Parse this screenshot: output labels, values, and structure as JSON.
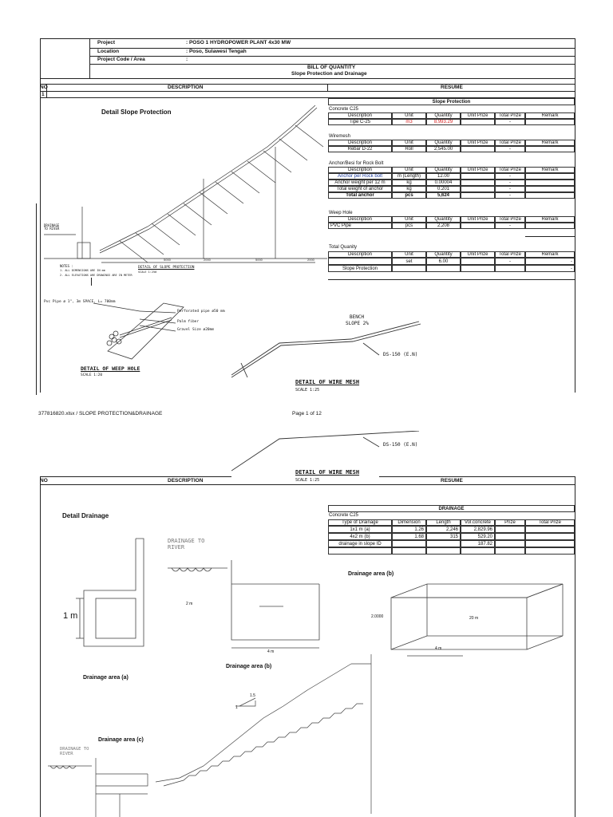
{
  "header": {
    "rows": [
      {
        "label": "Project",
        "value": ": POSO 1  HYDROPOWER PLANT 4x30 MW"
      },
      {
        "label": "Location",
        "value": ": Poso, Sulawesi Tengah"
      },
      {
        "label": "Project Code / Area",
        "value": ":"
      }
    ],
    "title1": "BILL OF QUANTITY",
    "title2": "Slope Protection and Drainage",
    "col_no": "NO",
    "col_desc": "DESCRIPTION",
    "col_resume": "RESUME",
    "row_no": "1"
  },
  "slope_drawing": {
    "title": "Detail Slope Protection",
    "caption": "DETAIL OF SLOPE PROTECTION",
    "caption_scale": "SCALE 1:250",
    "notes": [
      "NOTES :",
      "1. ALL DIMENSIONS ARE IN mm",
      "2. ALL ELEVATIONS ARE DRAWINGS ARE IN METER"
    ],
    "drainage_label": "DRAINAGE TO RIVER",
    "dims": [
      "5000",
      "2000",
      "5000",
      "2000"
    ]
  },
  "slope_table": {
    "title": "Slope Protection",
    "concrete": {
      "section": "Concrete C25",
      "headers": [
        "Description",
        "Unit",
        "Quantity",
        "Unit Prize",
        "Total Prize",
        "Remark"
      ],
      "rows": [
        [
          "Tipe C-25",
          "m3",
          "8,993.29",
          "",
          "-",
          ""
        ]
      ]
    },
    "wiremesh": {
      "section": "Wiremesh",
      "headers": [
        "Description",
        "Unit",
        "Quantity",
        "Unit Prize",
        "Total Prize",
        "Remark"
      ],
      "rows": [
        [
          "Rebar D-22",
          "Roll",
          "2,545.00",
          "",
          "-",
          ""
        ]
      ]
    },
    "anchor": {
      "section": "Anchor/Besi for Rock Bolt",
      "headers": [
        "Description",
        "Unit",
        "Quantity",
        "Unit Prize",
        "Total Prize",
        "Remark"
      ],
      "rows": [
        [
          "Anchor per Rock bolt",
          "m (Length)",
          "12.00",
          "",
          "-",
          ""
        ],
        [
          "Anchor weight per 12 m",
          "kg",
          "0.00004",
          "",
          "-",
          ""
        ],
        [
          "Total weight of anchor",
          "kg",
          "0.201",
          "",
          "-",
          ""
        ],
        [
          "Total anchor",
          "pcs",
          "5,624",
          "",
          "-",
          ""
        ]
      ]
    },
    "weephole": {
      "section": "Weep Hole",
      "headers": [
        "Description",
        "Unit",
        "Quantity",
        "Unit Prize",
        "Total Prize",
        "Remark"
      ],
      "rows": [
        [
          "PVC Pipe",
          "pcs",
          "2,208",
          "",
          "-",
          ""
        ]
      ]
    },
    "total": {
      "section": "Total  Quanity",
      "headers": [
        "Description",
        "Unit",
        "Quantity",
        "Unit Prize",
        "Total Prize",
        "Remark"
      ],
      "rows": [
        [
          "",
          "set",
          "6.00",
          "",
          "-",
          "-"
        ],
        [
          "Slope Protection",
          "",
          "",
          "",
          "",
          "-"
        ]
      ]
    }
  },
  "weep_hole": {
    "label_pipe": "Pvc Pipe ø 1\", 3m SPACE, L= 700mm",
    "label_perf": "Perforated pipe ø50 mm",
    "label_palm": "Palm fiber",
    "label_gravel": "Gravel Size ø20mm",
    "caption": "DETAIL OF WEEP HOLE",
    "scale": "SCALE 1:20"
  },
  "wire_mesh": {
    "bench": "BENCH",
    "slope": "SLOPE 2%",
    "ds": "DS-150 (E.N)",
    "caption": "DETAIL OF WIRE MESH",
    "scale": "SCALE 1:25"
  },
  "footer": {
    "file": "377816820.xlsx / SLOPE PROTECTION&DRAINAGE",
    "page": "Page 1 of 12"
  },
  "page2": {
    "col_no": "NO",
    "col_desc": "DESCRIPTION",
    "col_resume": "RESUME",
    "drainage_title": "Detail Drainage",
    "dim_1m": "1 m",
    "drainage_to_river": "DRAINAGE TO RIVER",
    "dim_2m": "2 m",
    "dim_4m": "4 m",
    "area_b_title": "Drainage area (b)",
    "area_b_h": "2.0000",
    "area_b_len": "20 m",
    "area_b_w": "4 m",
    "area_b2": "Drainage area (b)",
    "area_a": "Drainage area (a)",
    "area_c": "Drainage area (c)",
    "ratio": "1.5",
    "ratio1": "1",
    "table": {
      "title": "DRAINAGE",
      "section": "Concrete C25",
      "headers": [
        "Type of Drainage",
        "Dimension",
        "Length",
        "Vol.concrete",
        "Prize",
        "Total Prize"
      ],
      "rows": [
        [
          "1x1 m  (a)",
          "1.26",
          "2,246",
          "2,829.96",
          "",
          ""
        ],
        [
          "4x2 m (b)",
          "1.68",
          "315",
          "529.20",
          "",
          ""
        ],
        [
          "drainage in slope ID",
          "",
          "",
          "187.82",
          "",
          ""
        ]
      ]
    }
  }
}
